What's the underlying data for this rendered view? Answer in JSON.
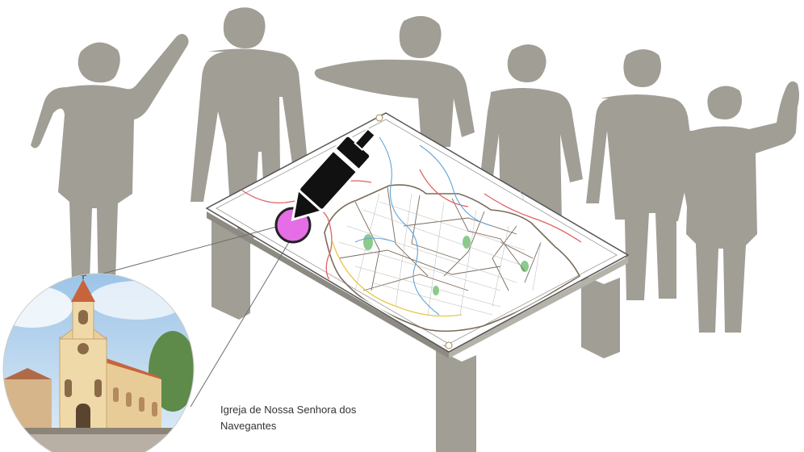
{
  "caption": {
    "line1": "Igreja de Nossa Senhora dos",
    "line2": "Navegantes"
  },
  "colors": {
    "figure": "#a09e95",
    "table_leg": "#a09e95",
    "marker": "#e56de6",
    "pen": "#111111",
    "map_paper": "#ffffff",
    "district_line": "#7a6b5a",
    "river": "#5fa5d9",
    "road_red": "#e06060",
    "road_yellow": "#e8c94a",
    "green": "#6dbf6d",
    "church": "#f0d9a8",
    "church_roof": "#c8643c",
    "sky": "#c9dff2"
  },
  "icons": [
    "person-silhouette-icon",
    "pen-icon",
    "location-marker-icon",
    "church-photo"
  ]
}
